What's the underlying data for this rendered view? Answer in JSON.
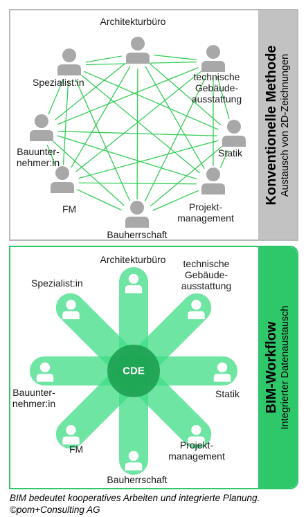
{
  "conventional": {
    "title": "Konventionelle Methode",
    "subtitle": "Austausch von 2D-Zeichnungen",
    "colors": {
      "frame": "#b9b9b9",
      "sidebar": "#c2c2c2",
      "person": "#a8a8a8",
      "line": "#33cc55"
    },
    "labels": {
      "architekturbuero": "Architekturbüro",
      "spezialist": "Spezialist:in",
      "tga": "technische\nGebäude-\nausstattung",
      "statik": "Statik",
      "bauunternehmer": "Bauunter-\nnehmer:in",
      "fm": "FM",
      "projektmanagement": "Projekt-\nmanagement",
      "bauherrschaft": "Bauherrschaft"
    }
  },
  "bim": {
    "title": "BIM-Workflow",
    "subtitle": "Integrierter Datenaustausch",
    "center": "CDE",
    "colors": {
      "frame": "#2ec76a",
      "sidebar": "#2ec76a",
      "arm": "#3ddc84",
      "center": "#1a9e4e",
      "person": "#ffffff"
    },
    "labels": {
      "architekturbuero": "Architekturbüro",
      "spezialist": "Spezialist:in",
      "tga": "technische\nGebäude-\nausstattung",
      "statik": "Statik",
      "bauunternehmer": "Bauunter-\nnehmer:in",
      "fm": "FM",
      "projektmanagement": "Projekt-\nmanagement",
      "bauherrschaft": "Bauherrschaft"
    }
  },
  "caption": {
    "line1": "BIM bedeutet kooperatives Arbeiten und integrierte Planung.",
    "line2": "©pom+Consulting AG"
  }
}
